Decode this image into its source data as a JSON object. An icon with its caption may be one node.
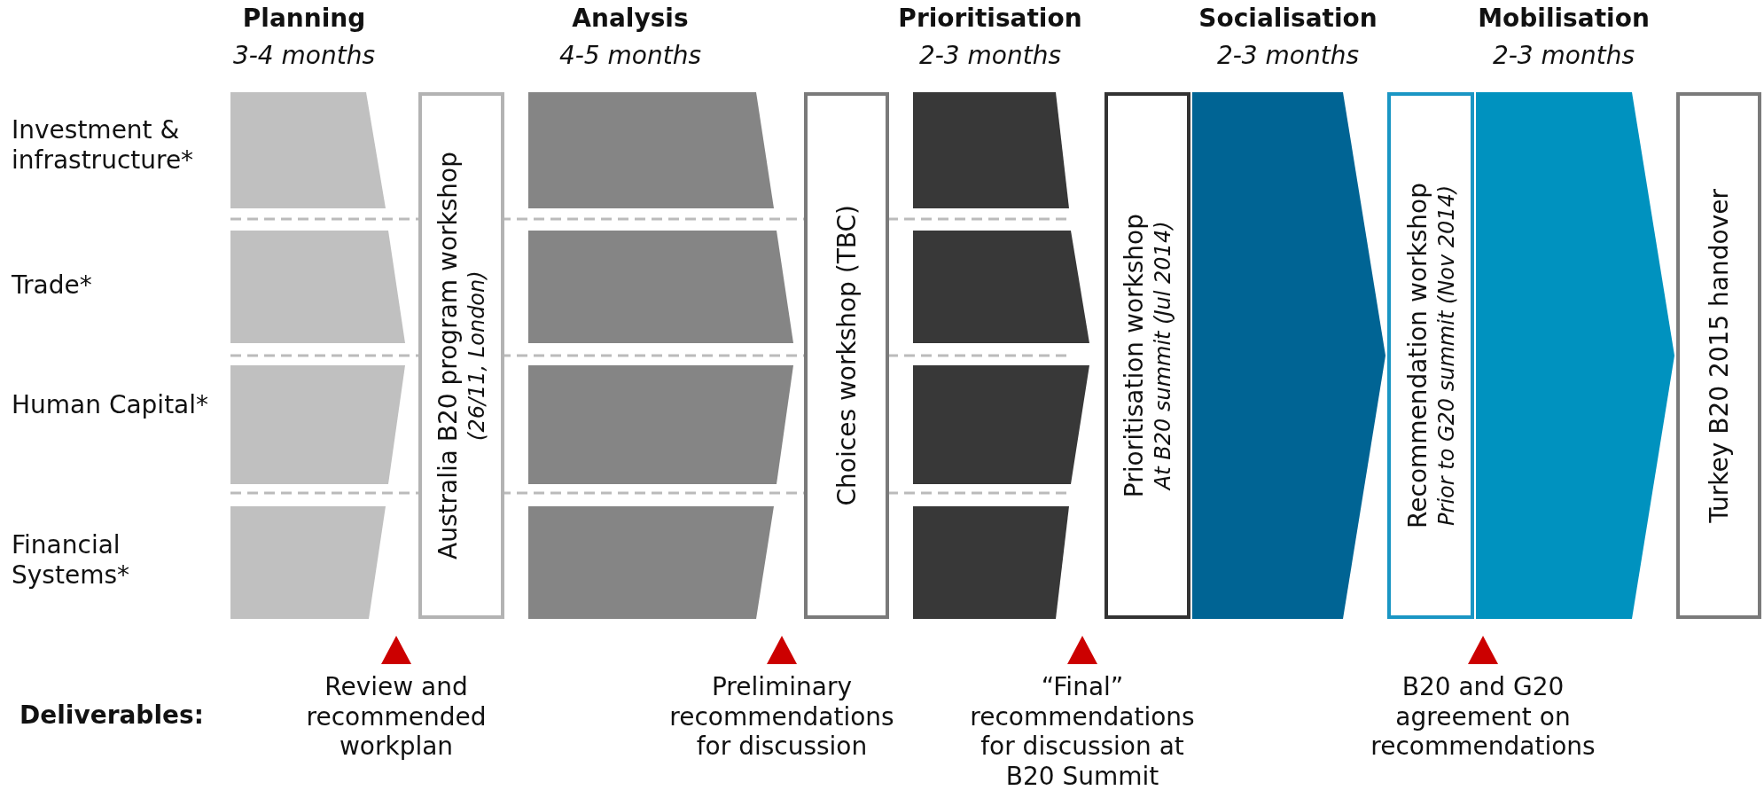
{
  "diagram": {
    "nodes": [
      {
        "text": [
          "Australia B20 program workshop",
          "(26/11, London)"
        ]
      },
      {
        "text": [
          "Choices workshop (TBC)"
        ]
      },
      {
        "text": [
          "Prioritisation workshop",
          "At B20 summit (Jul 2014)"
        ]
      },
      {
        "text": [
          "Recommendation workshop",
          "Prior to G20 summit (Nov 2014)"
        ]
      },
      {
        "text": [
          "Turkey B20 2015 handover"
        ]
      }
    ],
    "edges": [
      {
        "from": 2,
        "to": 3,
        "arrow": "to",
        "style": "thick",
        "color": "#006494"
      },
      {
        "from": 3,
        "to": 4,
        "arrow": "to",
        "style": "thick",
        "color": "#0092bf"
      }
    ],
    "labels": [
      "Planning",
      "3-4 months",
      "Analysis",
      "4-5 months",
      "Prioritisation",
      "2-3 months",
      "Socialisation",
      "2-3 months",
      "Mobilisation",
      "2-3 months",
      "Investment & infrastructure*",
      "Trade*",
      "Human Capital*",
      "Financial Systems*",
      "Deliverables:",
      "Review and recommended workplan",
      "Preliminary recommendations for discussion",
      "“Final” recommendations for discussion at B20 Summit",
      "B20 and G20 agreement on recommendations"
    ]
  }
}
